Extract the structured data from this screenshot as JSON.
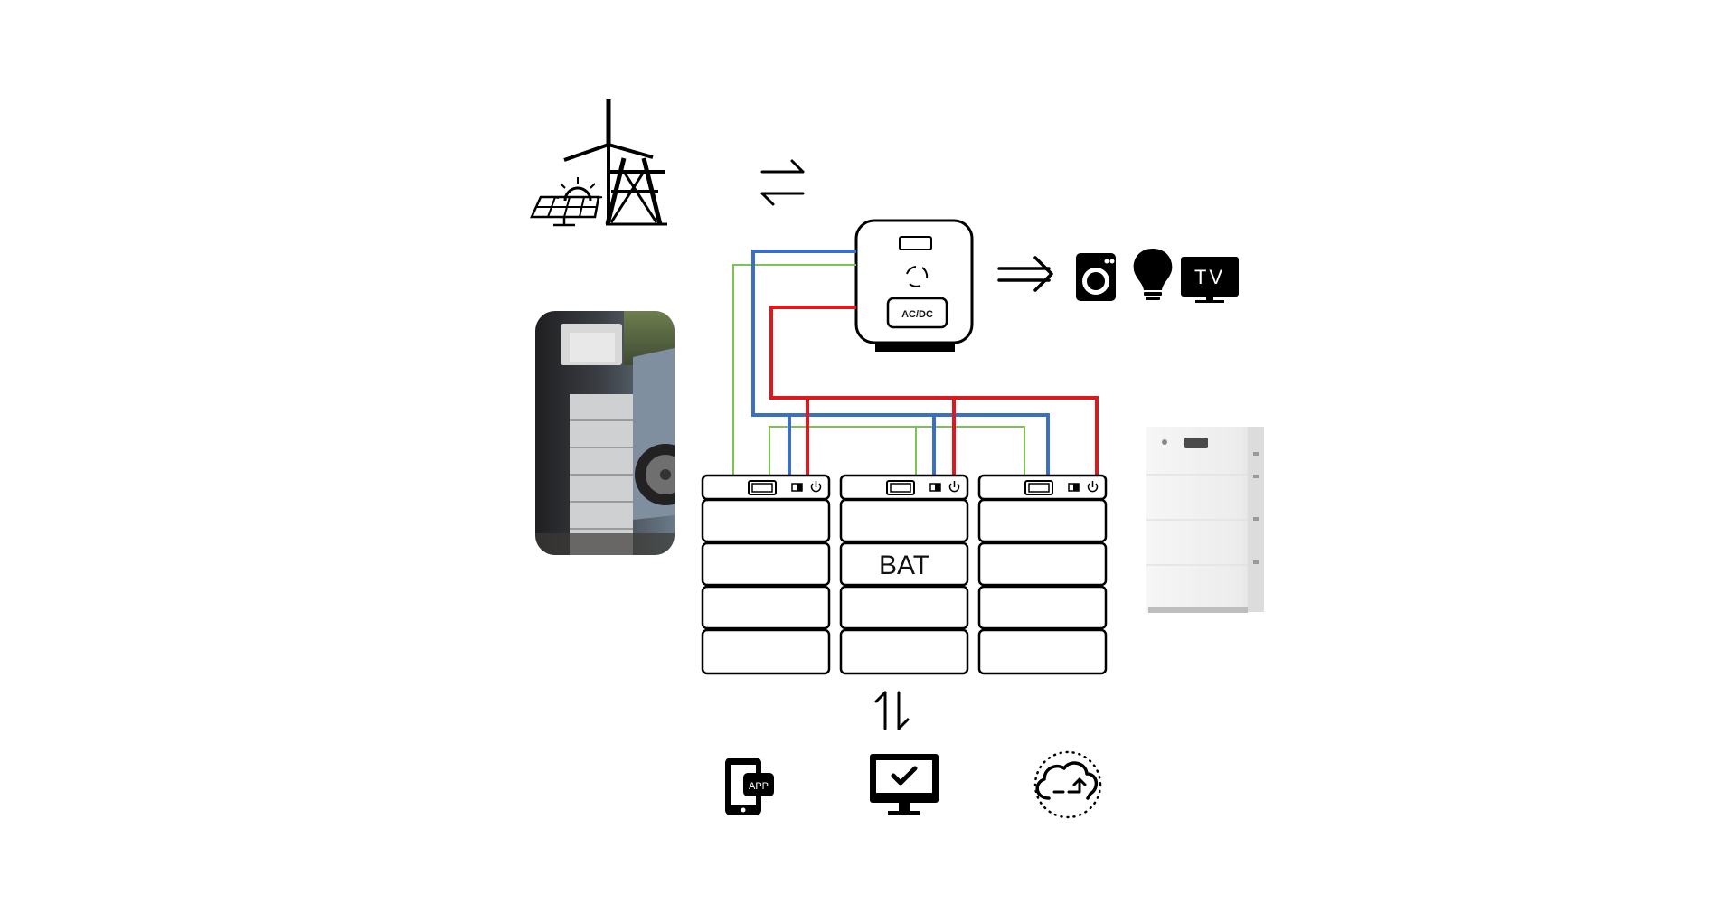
{
  "inverter": {
    "label": "AC/DC"
  },
  "battery": {
    "label": "BAT"
  },
  "loads": {
    "tv_label": "TV"
  },
  "monitoring": {
    "app_label": "APP"
  },
  "icons": {
    "grid": "renewable-grid-icon",
    "grid_exchange": "bidirectional-arrows-icon",
    "output": "double-arrow-right-icon",
    "washer": "washing-machine-icon",
    "bulb": "light-bulb-icon",
    "tv": "tv-icon",
    "comm": "up-down-arrows-icon",
    "phone": "phone-app-icon",
    "monitor": "monitor-check-icon",
    "cloud": "cloud-upload-icon"
  },
  "colors": {
    "positive": "#e0171b",
    "negative": "#3a6fc4",
    "communication": "#7bc454",
    "outline": "#111111"
  }
}
